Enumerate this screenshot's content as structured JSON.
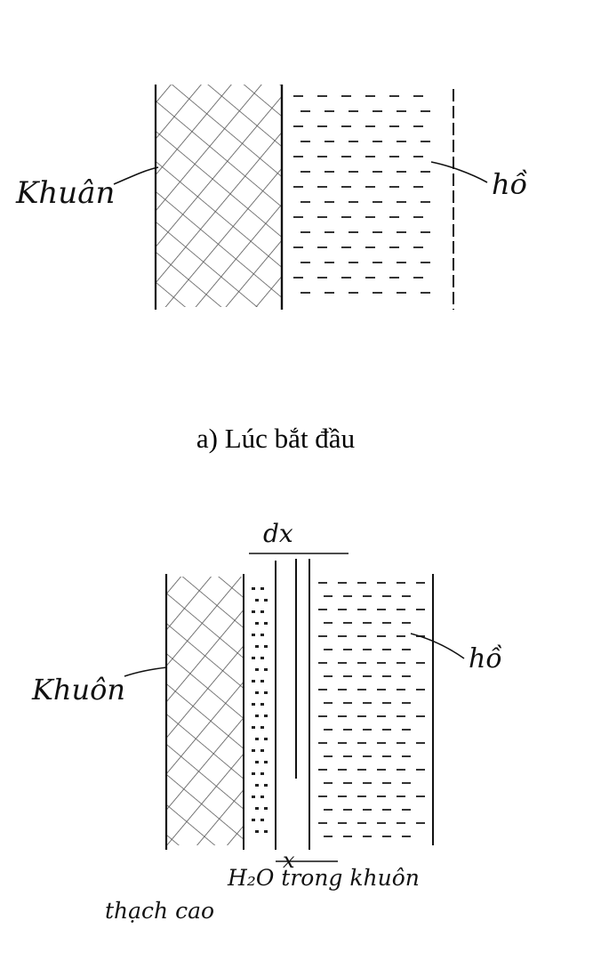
{
  "diagram_top": {
    "label_mold": "Khuân",
    "label_slip": "hồ"
  },
  "caption_a": "a) Lúc bắt đầu",
  "diagram_bottom": {
    "label_dx": "dx",
    "label_mold": "Khuôn",
    "label_slip": "hồ",
    "label_x": "x",
    "note_line1": "H₂O trong khuôn",
    "note_line2": "thạch cao"
  }
}
